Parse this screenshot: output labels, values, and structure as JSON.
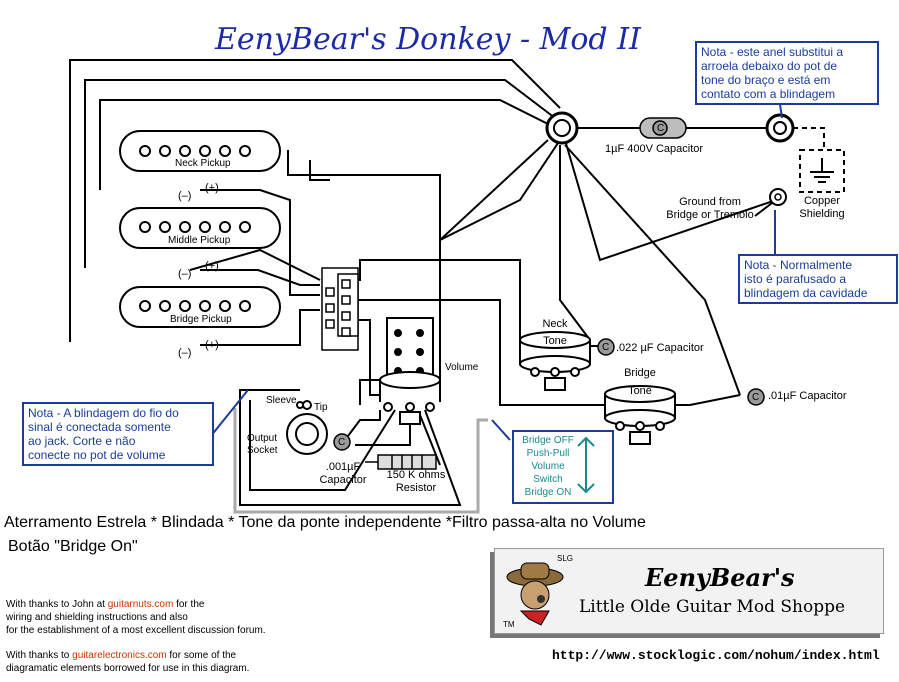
{
  "title": "EenyBear's Donkey - Mod II",
  "pickups": {
    "neck": "Neck Pickup",
    "middle": "Middle Pickup",
    "bridge": "Bridge Pickup",
    "minus": "(–)",
    "plus": "(+)"
  },
  "notes": {
    "top_right": [
      "Nota - este anel substitui a",
      "arroela debaixo do pot de",
      "tone do braço e está em",
      "contato com a blindagem"
    ],
    "mid_right": [
      "Nota - Normalmente",
      "isto é parafusado a",
      "blindagem da cavidade"
    ],
    "left": [
      "Nota - A blindagem do fio do",
      "sinal é conectada somente",
      "ao jack. Corte e não",
      "conecte no pot de volume"
    ]
  },
  "labels": {
    "cap_1uf": "1µF 400V Capacitor",
    "cap_symbol": "C",
    "ground_from": [
      "Ground from",
      "Bridge or Tremolo"
    ],
    "copper": [
      "Copper",
      "Shielding"
    ],
    "neck_tone": [
      "Neck",
      "Tone"
    ],
    "cap_022": ".022 µF Capacitor",
    "bridge_tone": [
      "Bridge",
      "Tone"
    ],
    "cap_01": ".01µF Capacitor",
    "volume": "Volume",
    "sleeve": "Sleeve",
    "tip": "Tip",
    "output_socket": [
      "Output",
      "Socket"
    ],
    "cap_001": [
      ".001µF",
      "Capacitor"
    ],
    "resistor": [
      "150 K ohms",
      "Resistor"
    ],
    "switch_note": [
      "Bridge OFF",
      "Push-Pull",
      "Volume",
      "Switch",
      "Bridge ON"
    ]
  },
  "caption": [
    "Aterramento Estrela * Blindada * Tone da ponte independente *Filtro passa-alta no Volume",
    "Botão \"Bridge On\""
  ],
  "credits": {
    "line1_pre": "With thanks to John at ",
    "line1_link": "guitarnuts.com",
    "line1_post": " for the",
    "line2": "wiring and shielding instructions and also",
    "line3": "for the establishment of a most excellent discussion forum.",
    "line4_pre": "With thanks to ",
    "line4_link": "guitarelectronics.com",
    "line4_post": " for some of the",
    "line5": "diagramatic elements borrowed for use in this diagram."
  },
  "banner": {
    "line1": "EenyBear's",
    "line2": "Little Olde Guitar Mod Shoppe",
    "tag": "SLG",
    "tm": "TM"
  },
  "url": "http://www.stocklogic.com/nohum/index.html",
  "colors": {
    "title": "#1c2aa6",
    "note_border": "#1b3d99",
    "switch_note": "#1a8a8a",
    "link": "#cc3300"
  }
}
